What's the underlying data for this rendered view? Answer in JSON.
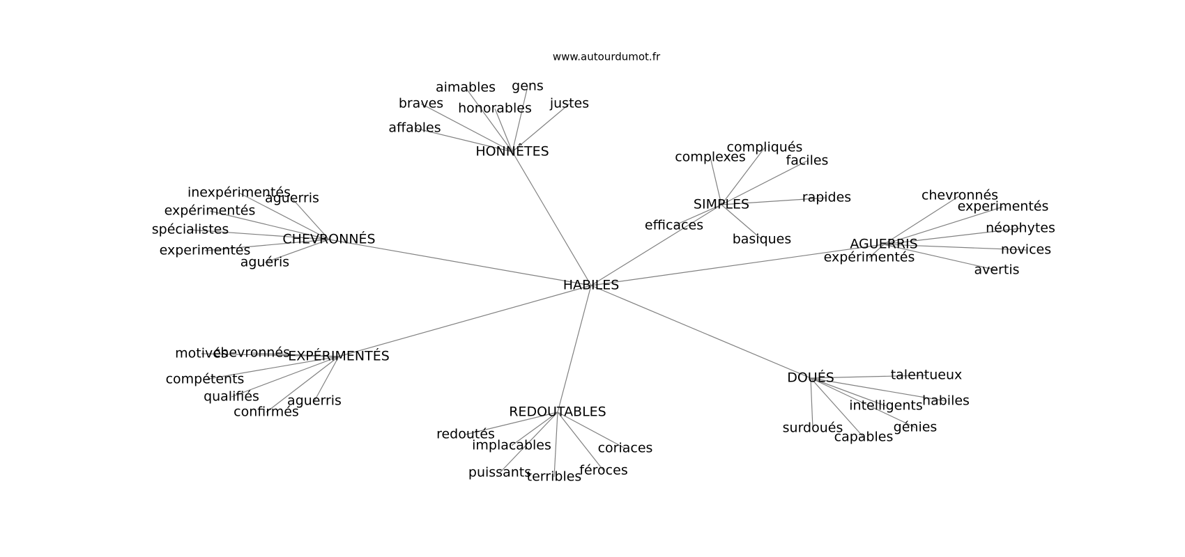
{
  "source": "www.autourdumot.fr",
  "graph": {
    "center": "HABILES",
    "groups": [
      {
        "hub": "HONNÊTES",
        "leaves": [
          "aimables",
          "gens",
          "braves",
          "honorables",
          "justes",
          "affables"
        ]
      },
      {
        "hub": "CHEVRONNÉS",
        "leaves": [
          "inexpérimentés",
          "aguerris",
          "expérimentés",
          "spécialistes",
          "experimentés",
          "aguéris"
        ]
      },
      {
        "hub": "SIMPLES",
        "leaves": [
          "compliqués",
          "complexes",
          "faciles",
          "rapides",
          "efficaces",
          "basiques"
        ]
      },
      {
        "hub": "AGUERRIS",
        "leaves": [
          "chevronnés",
          "experimentés",
          "néophytes",
          "novices",
          "expérimentés",
          "avertis"
        ]
      },
      {
        "hub": "EXPÉRIMENTÉS",
        "leaves": [
          "motivés",
          "chevronnés",
          "compétents",
          "qualifiés",
          "aguerris",
          "confirmés"
        ]
      },
      {
        "hub": "REDOUTABLES",
        "leaves": [
          "redoutés",
          "implacables",
          "coriaces",
          "puissants",
          "terribles",
          "féroces"
        ]
      },
      {
        "hub": "DOUÉS",
        "leaves": [
          "talentueux",
          "habiles",
          "intelligents",
          "surdoués",
          "génies",
          "capables"
        ]
      }
    ]
  }
}
